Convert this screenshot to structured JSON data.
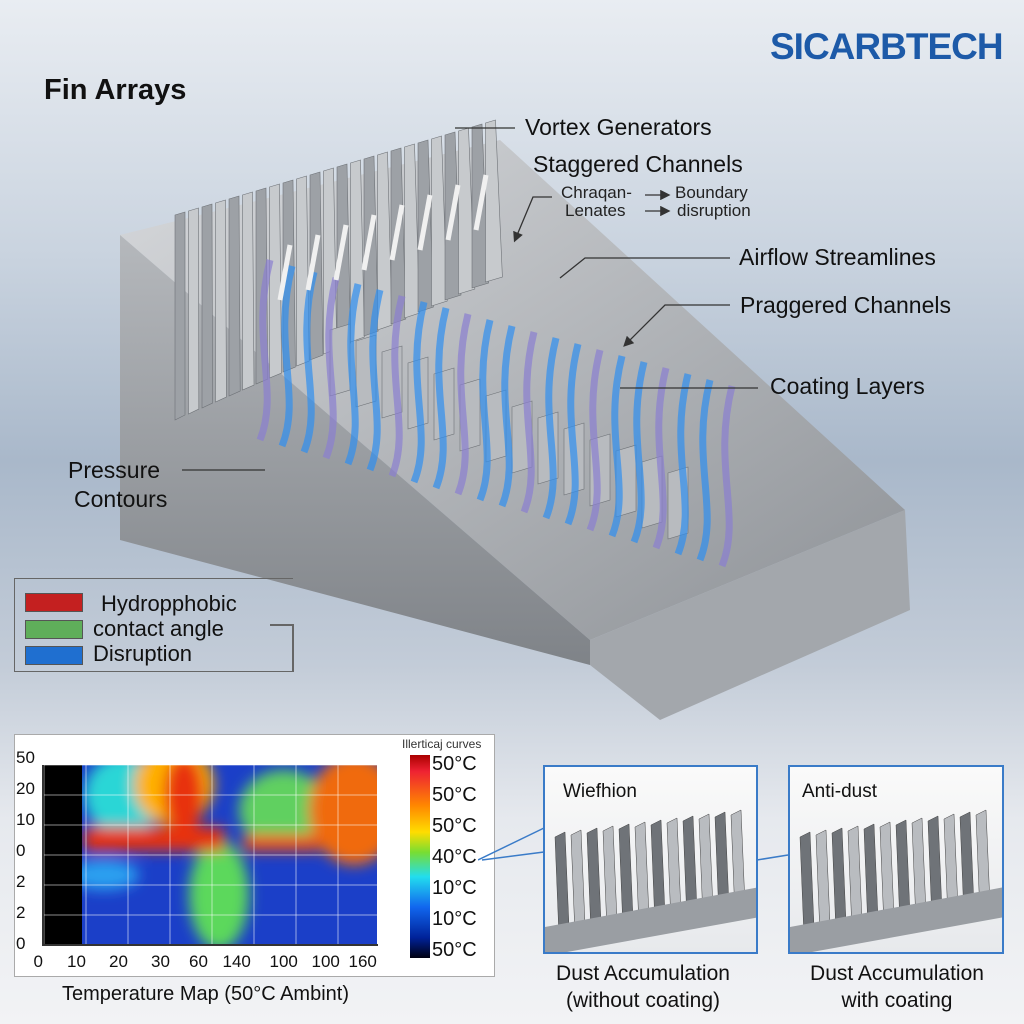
{
  "logo": "SICARBTECH",
  "title": "Fin Arrays",
  "callouts": {
    "vortex": "Vortex Generators",
    "staggered": "Staggered Channels",
    "chraqan": "Chraqan-",
    "lenates": "Lenates",
    "boundary": "Boundary",
    "disruption": "disruption",
    "airflow": "Airflow Streamlines",
    "praggered": "Praggered Channels",
    "coating": "Coating Layers",
    "pressure": "Pressure",
    "contours": "Contours"
  },
  "legend": [
    {
      "label": "Hydropphobic",
      "color": "#c42020"
    },
    {
      "label": "contact angle",
      "color": "#5fae5a"
    },
    {
      "label": "Disruption",
      "color": "#1f6fd0"
    }
  ],
  "chart_data": {
    "type": "heatmap",
    "title": "Temperature Map (50°C Ambint)",
    "colorbar_title": "Illerticaj curves",
    "colorbar_labels": [
      "50°C",
      "50°C",
      "50°C",
      "40°C",
      "10°C",
      "10°C",
      "50°C"
    ],
    "y_ticks": [
      "50",
      "20",
      "10",
      "0",
      "2",
      "2",
      "0"
    ],
    "x_ticks": [
      "0",
      "10",
      "20",
      "30",
      "60",
      "140",
      "100",
      "100",
      "160"
    ]
  },
  "panels": [
    {
      "tag": "Wiefhion",
      "caption_line1": "Dust Accumulation",
      "caption_line2": "(without coating)"
    },
    {
      "tag": "Anti-dust",
      "caption_line1": "Dust Accumulation",
      "caption_line2": "with coating"
    }
  ]
}
